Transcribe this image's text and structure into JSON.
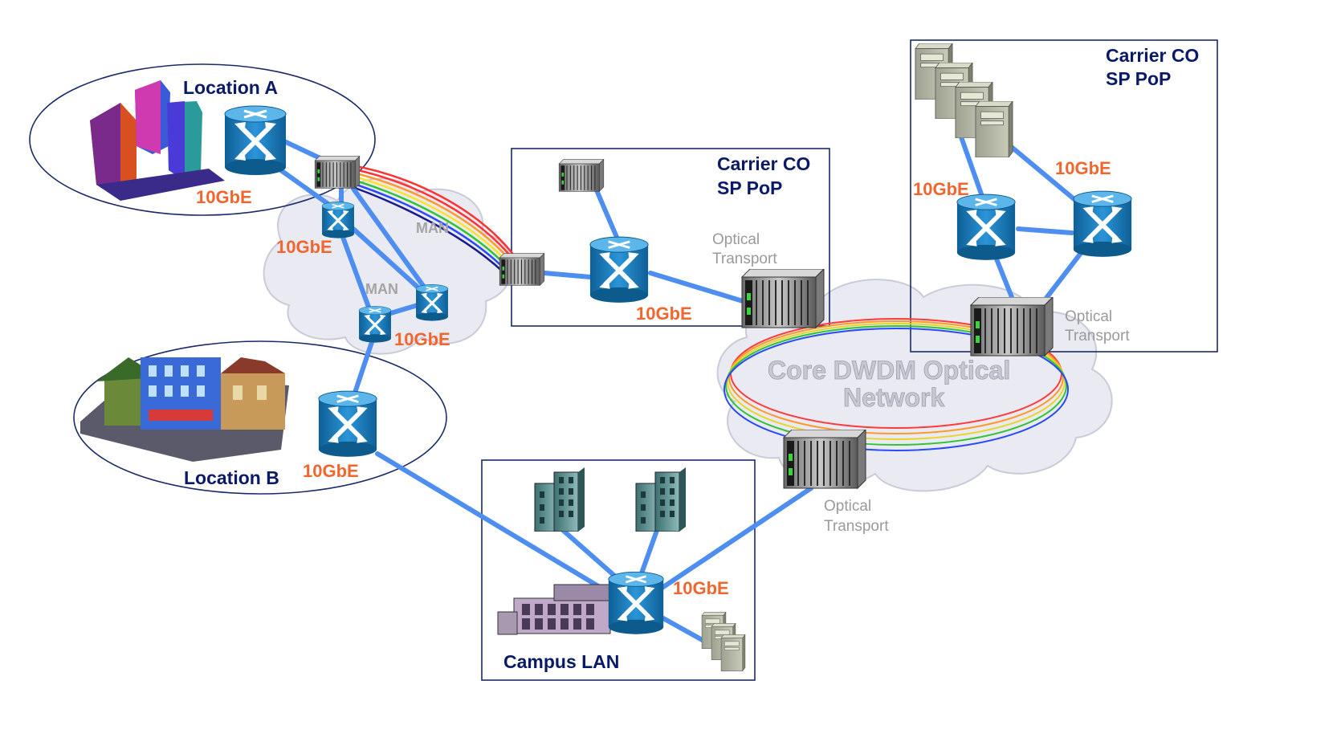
{
  "labels": {
    "location_a": "Location A",
    "location_b": "Location B",
    "campus_lan": "Campus LAN",
    "carrier_co_mid": [
      "Carrier CO",
      "SP PoP"
    ],
    "carrier_co_right": [
      "Carrier CO",
      "SP PoP"
    ],
    "core_network": [
      "Core DWDM Optical",
      "Network"
    ],
    "man": "MAN",
    "optical_transport": [
      "Optical",
      "Transport"
    ],
    "gbe": "10GbE"
  },
  "colors": {
    "link": "#4d8ef0",
    "gbe_label": "#f0662e",
    "box_border": "#1a2a6a",
    "cloud": "#e9eaf2",
    "router": "#1f7fbf"
  }
}
